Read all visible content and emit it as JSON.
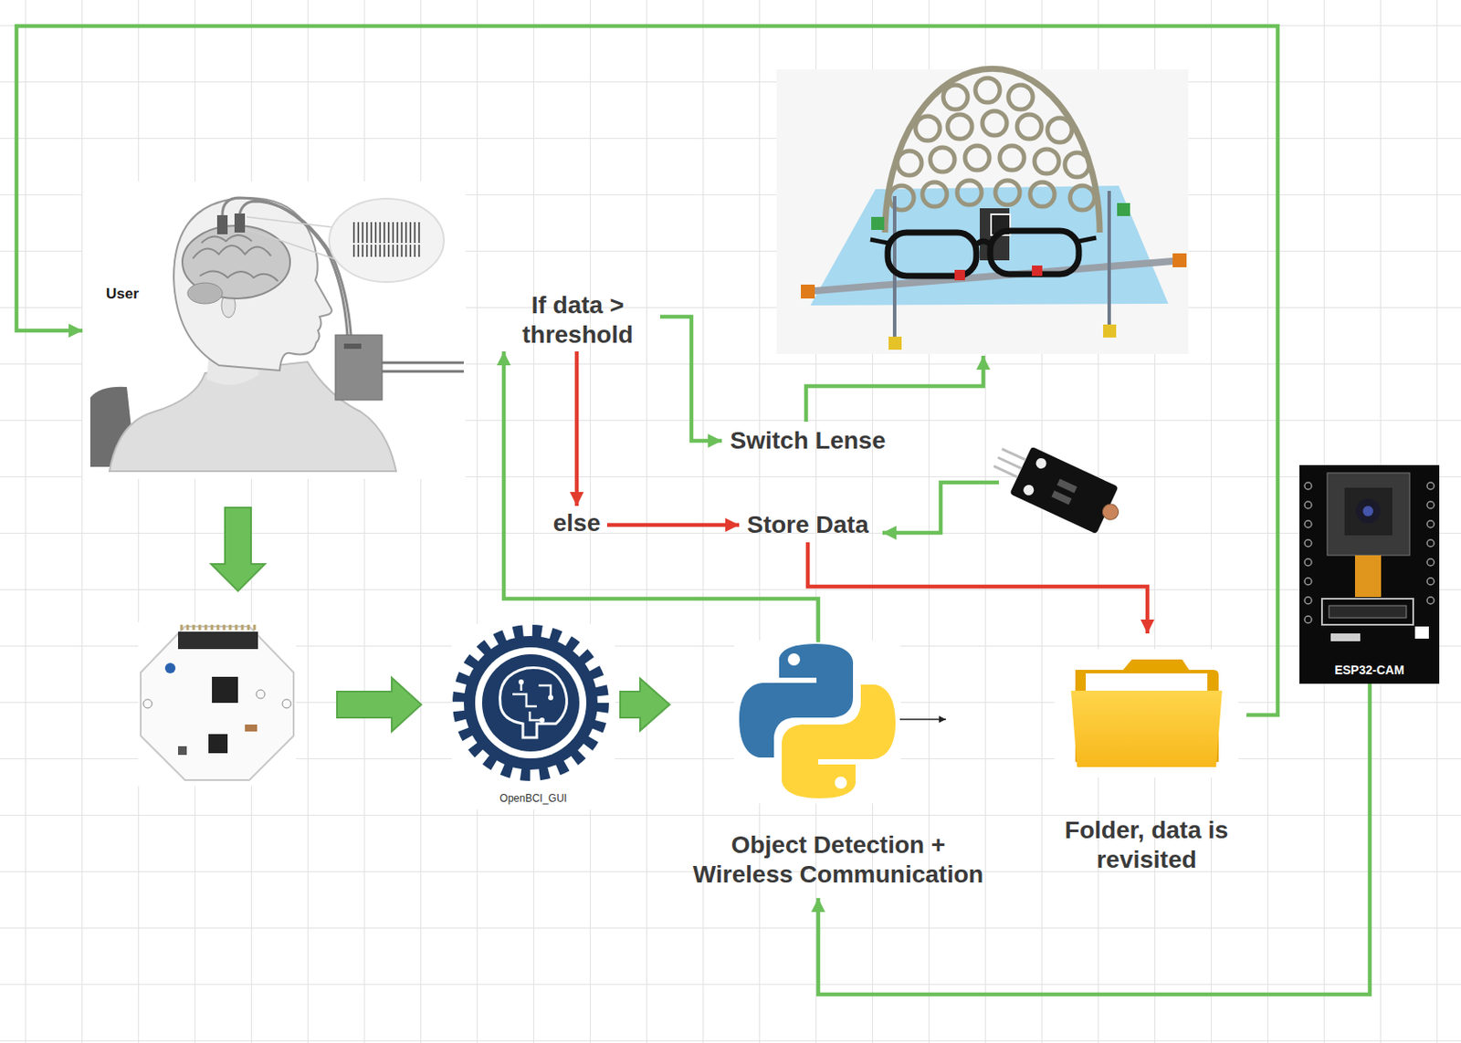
{
  "diagram": {
    "nodes": [
      {
        "text": [
          "User"
        ]
      },
      {
        "text": [
          "If data > threshold"
        ]
      },
      {
        "text": [
          "Switch Lense"
        ]
      },
      {
        "text": [
          "else"
        ]
      },
      {
        "text": [
          "Store Data"
        ]
      },
      {
        "text": [
          "ESP32-CAM"
        ]
      },
      {
        "text": [
          "OpenBCI_GUI"
        ]
      },
      {
        "text": [
          "Object Detection + Wireless Communication"
        ]
      },
      {
        "text": [
          "Folder, data is revisited"
        ]
      }
    ],
    "edges": [
      {
        "from": 6,
        "to": 7,
        "arrow": "to"
      },
      {
        "from": 7,
        "to": 1,
        "arrow": "to"
      },
      {
        "from": 1,
        "to": 2,
        "arrow": "to"
      },
      {
        "from": 1,
        "to": 3,
        "arrow": "to"
      },
      {
        "from": 3,
        "to": 4,
        "arrow": "to"
      },
      {
        "from": 4,
        "to": 8,
        "arrow": "to"
      },
      {
        "from": 8,
        "to": 0,
        "arrow": "to"
      },
      {
        "from": 5,
        "to": 7,
        "arrow": "to"
      }
    ]
  }
}
